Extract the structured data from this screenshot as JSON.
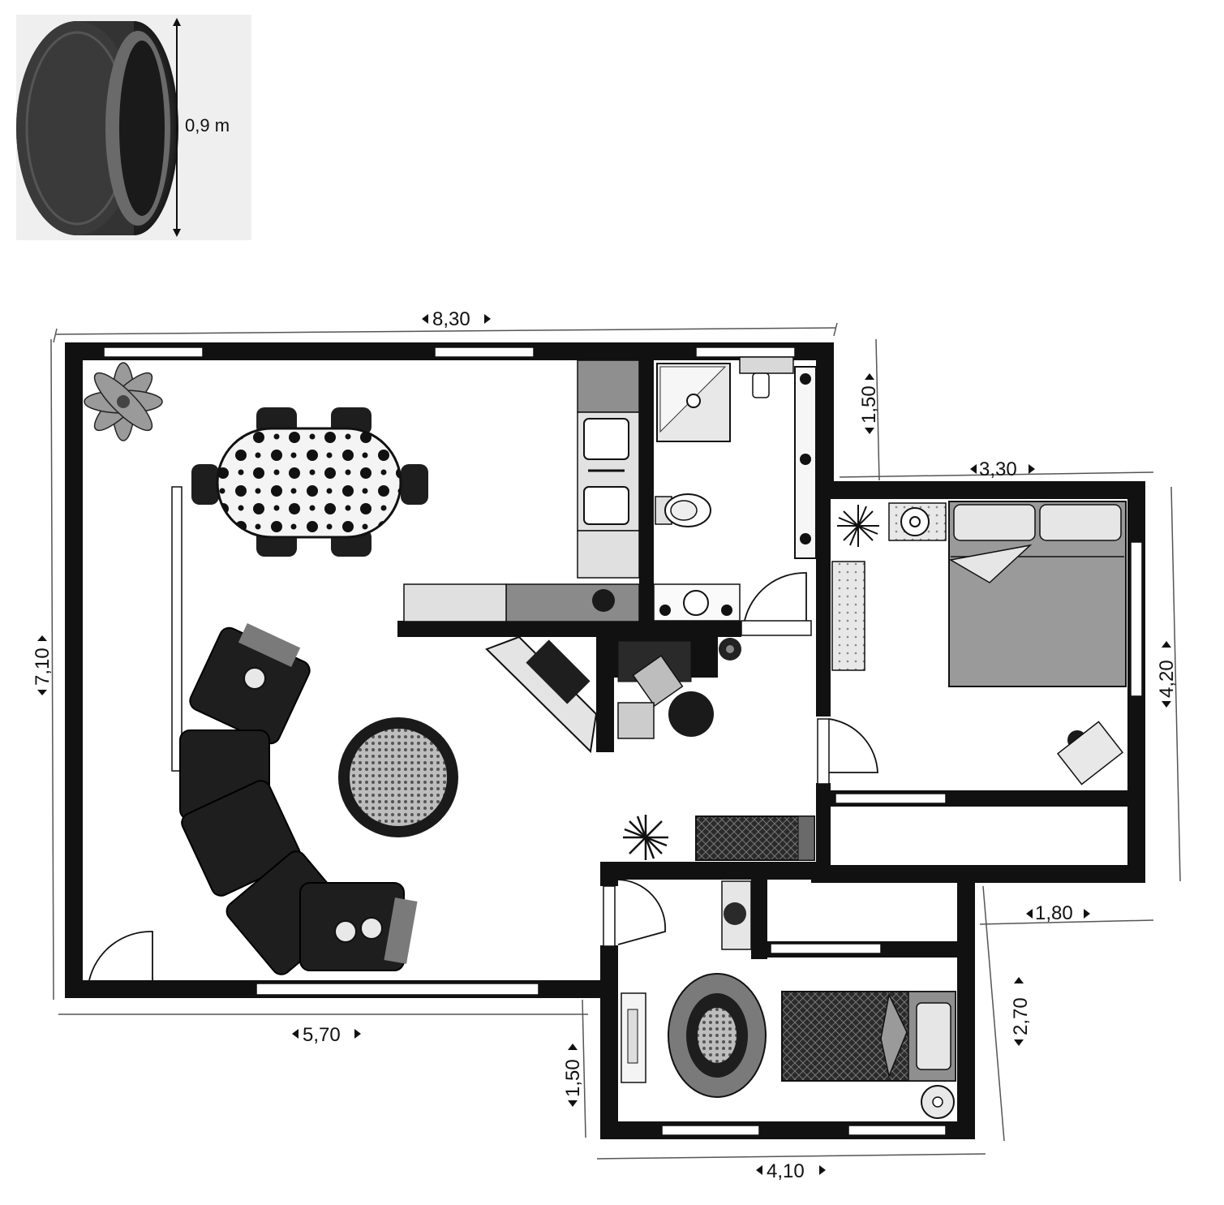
{
  "tire": {
    "icon": "tire-icon",
    "height_label": "0,9 m"
  },
  "dimensions": {
    "top_width": "8,30",
    "left_height": "7,10",
    "bottom_left_width": "5,70",
    "bath_height": "1,50",
    "bedroom_width": "3,30",
    "bedroom_height": "4,20",
    "hall_width": "1,80",
    "child_room_height": "2,70",
    "lower_left_height": "1,50",
    "child_room_width": "4,10"
  },
  "colors": {
    "wall": "#111111",
    "furniture_dark": "#1e1e1e",
    "furniture_gray": "#8f8f8f",
    "furniture_light": "#d6d6d6"
  }
}
